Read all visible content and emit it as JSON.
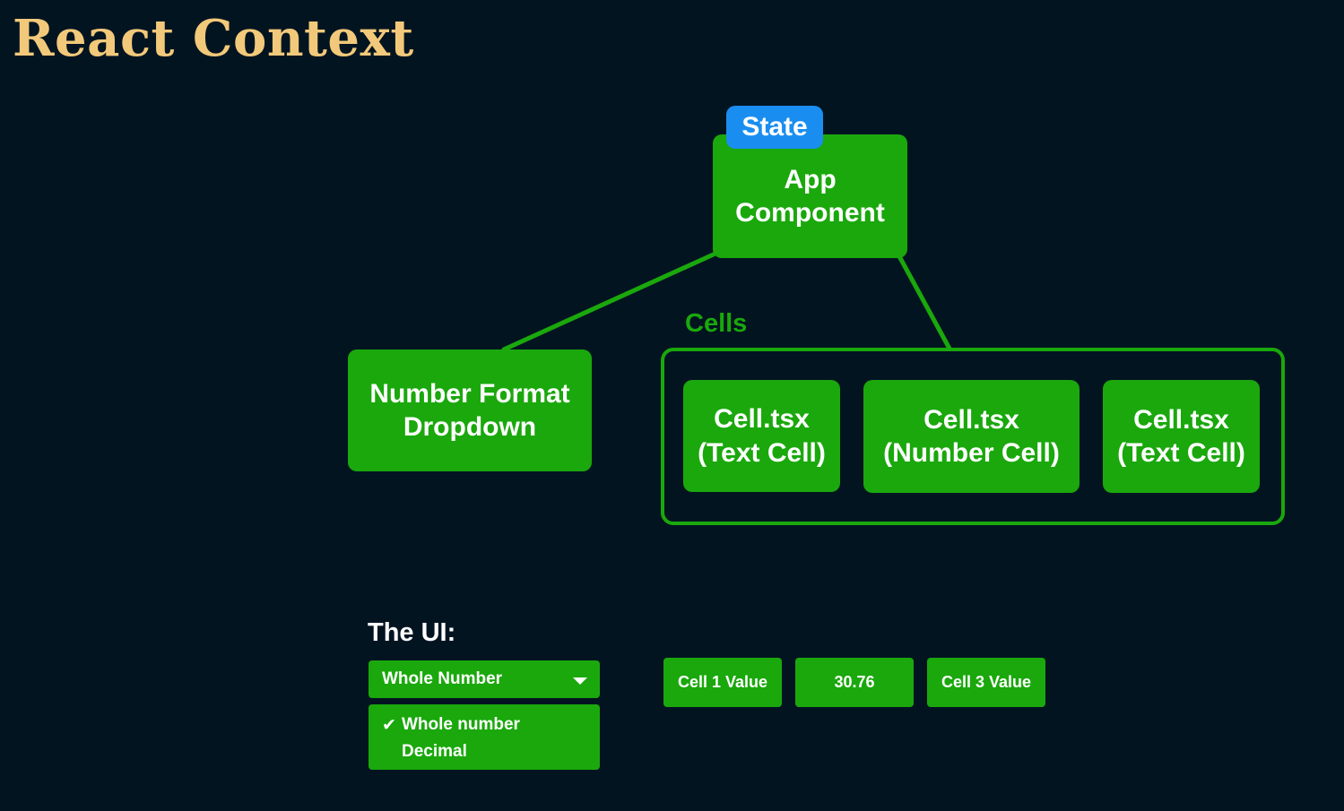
{
  "title": "React Context",
  "colors": {
    "background": "#031421",
    "title": "#f2c97a",
    "component": "#1aa80c",
    "state_badge": "#1a8ef0",
    "text": "#ffffff"
  },
  "diagram": {
    "state_badge": "State",
    "app": "App\nComponent",
    "dropdown": "Number Format\nDropdown",
    "cells_group_label": "Cells",
    "cells": [
      "Cell.tsx\n(Text Cell)",
      "Cell.tsx\n(Number Cell)",
      "Cell.tsx\n(Text Cell)"
    ]
  },
  "ui_demo": {
    "label": "The UI:",
    "select_value": "Whole Number",
    "menu": {
      "checkmark": "✔",
      "options": [
        "Whole number",
        "Decimal"
      ]
    },
    "cell_values": [
      "Cell 1 Value",
      "30.76",
      "Cell 3 Value"
    ]
  }
}
